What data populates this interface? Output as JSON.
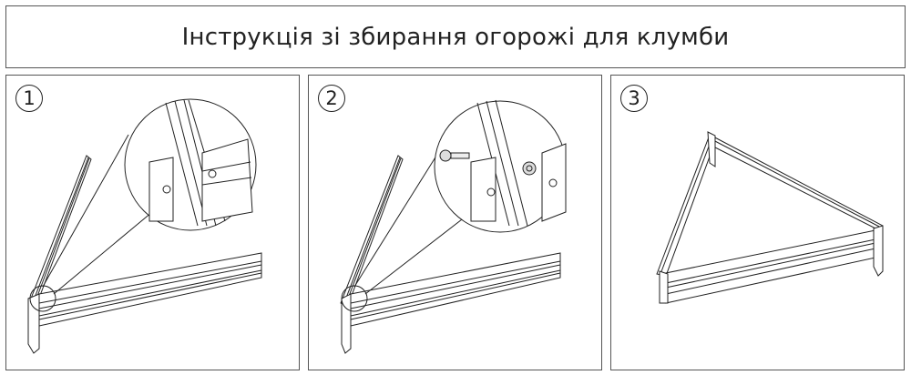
{
  "title": "Інструкція зі збирання огорожі для клумби",
  "steps": [
    {
      "number": "1"
    },
    {
      "number": "2"
    },
    {
      "number": "3"
    }
  ]
}
